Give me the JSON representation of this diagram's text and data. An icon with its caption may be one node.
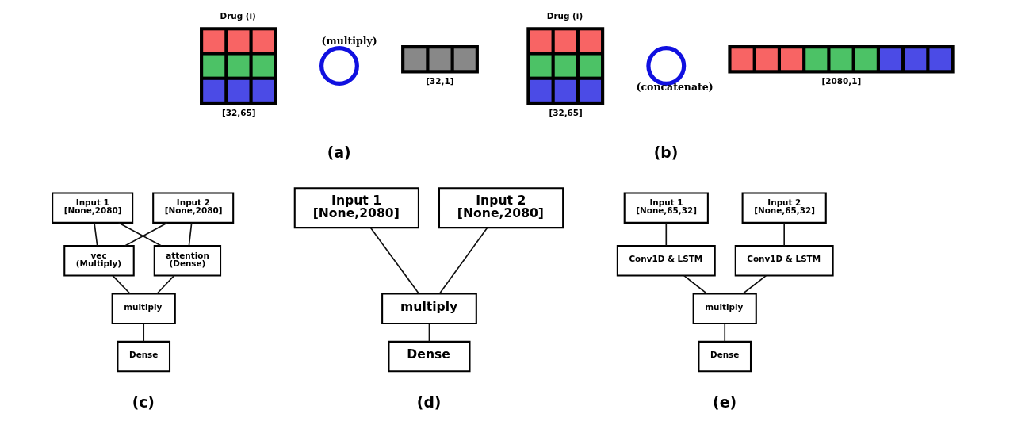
{
  "diagram": {
    "nodes": [
      {
        "text": [
          "Drug (i)"
        ],
        "beside": [
          "[32,65]"
        ]
      },
      {
        "text": [
          "(multiply)"
        ]
      },
      {
        "text": [],
        "shape": "bar",
        "beside": [
          "[32,1]"
        ]
      },
      {
        "text": [
          "Drug (i)"
        ],
        "beside": [
          "[32,65]"
        ]
      },
      {
        "text": [
          "(concatenate)"
        ]
      },
      {
        "text": [],
        "shape": "bar",
        "beside": [
          "[2080,1]"
        ]
      },
      {
        "text": [
          "Input 1",
          "[None,2080]"
        ]
      },
      {
        "text": [
          "Input 2",
          "[None,2080]"
        ]
      },
      {
        "text": [
          "vec",
          "(Multiply)"
        ]
      },
      {
        "text": [
          "attention",
          "(Dense)"
        ]
      },
      {
        "text": [
          "multiply"
        ]
      },
      {
        "text": [
          "Dense"
        ]
      },
      {
        "text": [
          "Input 1",
          "[None,2080]"
        ]
      },
      {
        "text": [
          "Input 2",
          "[None,2080]"
        ]
      },
      {
        "text": [
          "multiply"
        ]
      },
      {
        "text": [
          "Dense"
        ]
      },
      {
        "text": [
          "Input 1",
          "[None,65,32]"
        ]
      },
      {
        "text": [
          "Input 2",
          "[None,65,32]"
        ]
      },
      {
        "text": [
          "Conv1D & LSTM"
        ]
      },
      {
        "text": [
          "Conv1D & LSTM"
        ]
      },
      {
        "text": [
          "multiply"
        ]
      },
      {
        "text": [
          "Dense"
        ]
      }
    ],
    "edges": [
      {
        "from": 6,
        "to": 8,
        "arrow": "none"
      },
      {
        "from": 6,
        "to": 9,
        "arrow": "none"
      },
      {
        "from": 7,
        "to": 8,
        "arrow": "none"
      },
      {
        "from": 7,
        "to": 9,
        "arrow": "none"
      },
      {
        "from": 8,
        "to": 10,
        "arrow": "none"
      },
      {
        "from": 9,
        "to": 10,
        "arrow": "none"
      },
      {
        "from": 10,
        "to": 11,
        "arrow": "none"
      },
      {
        "from": 12,
        "to": 14,
        "arrow": "none"
      },
      {
        "from": 13,
        "to": 14,
        "arrow": "none"
      },
      {
        "from": 14,
        "to": 15,
        "arrow": "none"
      },
      {
        "from": 16,
        "to": 18,
        "arrow": "none"
      },
      {
        "from": 17,
        "to": 19,
        "arrow": "none"
      },
      {
        "from": 18,
        "to": 20,
        "arrow": "none"
      },
      {
        "from": 19,
        "to": 20,
        "arrow": "none"
      },
      {
        "from": 20,
        "to": 21,
        "arrow": "none"
      }
    ],
    "labels": [
      "(a)",
      "(b)",
      "(c)",
      "(d)",
      "(e)"
    ]
  }
}
